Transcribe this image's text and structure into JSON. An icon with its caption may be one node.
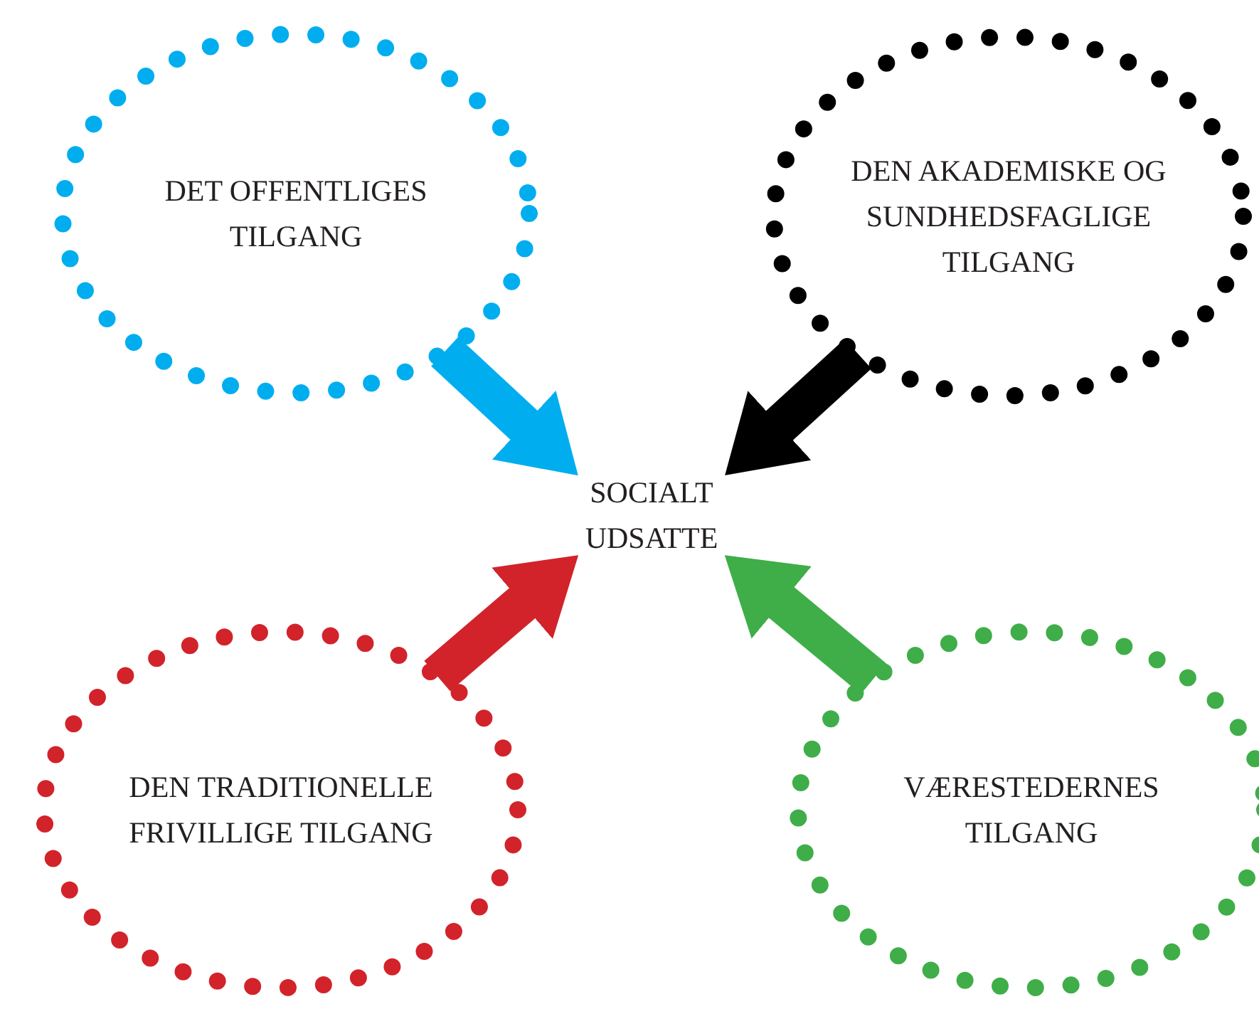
{
  "diagram": {
    "nodes": [
      {
        "text": [
          "SOCIALT UDSATTE"
        ]
      },
      {
        "text": [
          "DET OFFENTLIGES TILGANG"
        ]
      },
      {
        "text": [
          "DEN AKADEMISKE OG SUNDHEDSFAGLIGE TILGANG"
        ]
      },
      {
        "text": [
          "DEN TRADITIONELLE FRIVILLIGE TILGANG"
        ]
      },
      {
        "text": [
          "VÆRESTEDERNES TILGANG"
        ]
      }
    ],
    "edges": [
      {
        "from": 1,
        "to": 0,
        "arrow": "to",
        "color": "#00aeef"
      },
      {
        "from": 2,
        "to": 0,
        "arrow": "to",
        "color": "#000000"
      },
      {
        "from": 3,
        "to": 0,
        "arrow": "to",
        "color": "#d2232a"
      },
      {
        "from": 4,
        "to": 0,
        "arrow": "to",
        "color": "#3fae49"
      }
    ]
  }
}
